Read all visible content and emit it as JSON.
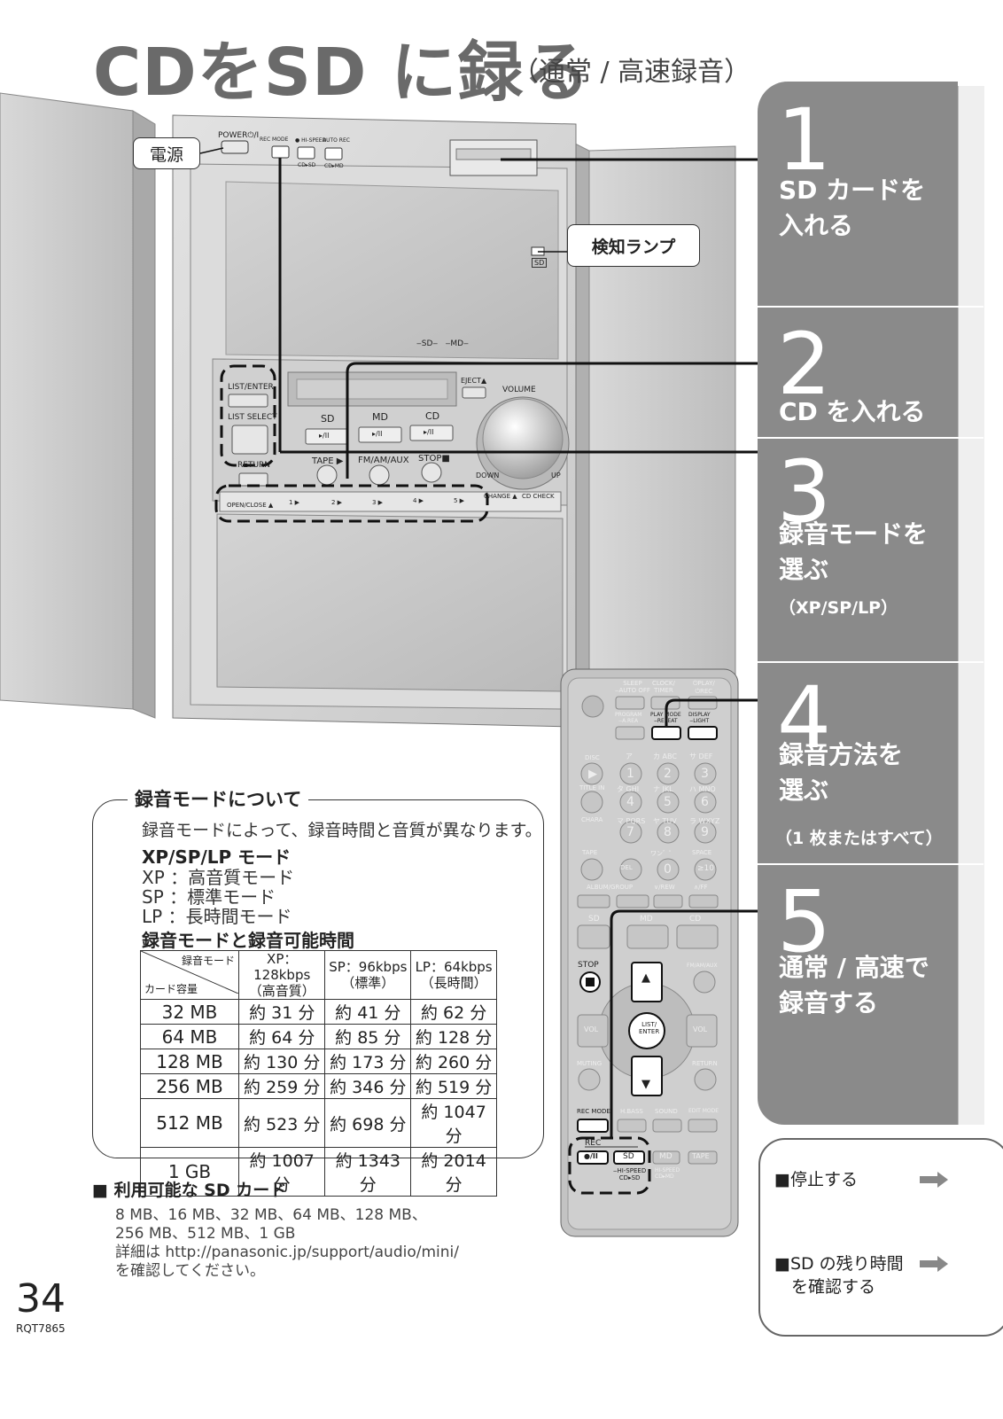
{
  "title": {
    "main": "CDをSD に録る",
    "sub": "（通常 / 高速録音）"
  },
  "callouts": {
    "power": "電源",
    "indicator": "検知ランプ"
  },
  "device_labels": {
    "power": "POWER⏻/I",
    "rec_mode": "REC MODE",
    "hi_speed": "● HI-SPEED",
    "auto_rec": "AUTO REC",
    "cd_sd": "CD▸SD",
    "cd_md": "CD▸MD",
    "sd_small": "SD",
    "sd_md_ind": "‒SD‒   ‒MD‒",
    "list_enter": "LIST/ENTER",
    "list_select": "LIST SELECT",
    "return": "RETURN",
    "eject": "EJECT▲",
    "volume": "VOLUME",
    "sd": "SD",
    "md": "MD",
    "cd": "CD",
    "play": "▸/II",
    "tape": "TAPE ▶",
    "fm": "FM/AM/AUX",
    "stop": "STOP■",
    "down": "DOWN",
    "up": "UP",
    "open_close": "OPEN/CLOSE ▲",
    "t1": "1 ▶",
    "t2": "2 ▶",
    "t3": "3 ▶",
    "t4": "4 ▶",
    "t5": "5 ▶",
    "change": "CHANGE ▲",
    "cd_check": "CD CHECK"
  },
  "remote_labels": {
    "sleep": "SLEEP\n‒AUTO OFF",
    "clock": "CLOCK/\nTIMER",
    "play_rec": "⏻PLAY/\n⏻REC",
    "program": "PROGRAM\n‒A.REA",
    "play_mode": "PLAY MODE\n‒REPEAT",
    "display": "DISPLAY\n‒LIGHT",
    "disc": "DISC",
    "a": "ア",
    "ka": "カ ABC",
    "sa": "サ DEF",
    "title_in": "TITLE IN",
    "ta": "タ GHI",
    "na": "ナ JKL",
    "ha": "ハ MNO",
    "chara": "CHARA",
    "ma": "マ PQRS",
    "ya": "ヤ TUV",
    "ra": "ラ WXYZ",
    "tape": "TAPE",
    "del": "DEL",
    "wa": "ワン゛゜",
    "space": "SPACE",
    "album": "ALBUM/GROUP",
    "rew": "∨/REW",
    "ff": "∧/FF",
    "sd": "SD",
    "md": "MD",
    "cd": "CD",
    "stop": "STOP",
    "fm": "FM/AM/AUX",
    "vol": "VOL",
    "list_enter": "LIST/\nENTER",
    "muting": "MUTING",
    "return": "RETURN",
    "rec_mode": "REC MODE",
    "bass": "H.BASS",
    "sound": "SOUND",
    "edit": "EDIT MODE",
    "rec": "REC",
    "rec_btn": "●/II",
    "sd_btn": "SD",
    "md_btn": "MD",
    "tape_btn": "TAPE",
    "hi_speed": "‒HI-SPEED\nCD▸SD",
    "hi_speed2": "HI-SPEED\nCD▸MD",
    "n1": "1",
    "n2": "2",
    "n3": "3",
    "n4": "4",
    "n5": "5",
    "n6": "6",
    "n7": "7",
    "n8": "8",
    "n9": "9",
    "n0": "0",
    "n10": "≥10"
  },
  "steps": [
    {
      "num": "1",
      "text": "SD カードを\n入れる",
      "note": ""
    },
    {
      "num": "2",
      "text": "CD を入れる",
      "note": ""
    },
    {
      "num": "3",
      "text": "録音モードを\n選ぶ",
      "note": "（XP/SP/LP）"
    },
    {
      "num": "4",
      "text": "録音方法を\n選ぶ",
      "note": "（1 枚またはすべて）"
    },
    {
      "num": "5",
      "text": "通常 / 高速で\n録音する",
      "note": ""
    }
  ],
  "info": {
    "heading": "録音モードについて",
    "intro": "録音モードによって、録音時間と音質が異なります。",
    "mode_heading": "XP/SP/LP モード",
    "modes": [
      "XP ：高音質モード",
      "SP ：標準モード",
      "LP ：長時間モード"
    ],
    "table_heading": "録音モードと録音可能時間",
    "table": {
      "corner_top": "録音モード",
      "corner_bottom": "カード容量",
      "headers": [
        "XP：128kbps\n（高音質）",
        "SP：96kbps\n（標準）",
        "LP：64kbps\n（長時間）"
      ],
      "rows": [
        [
          "32 MB",
          "約 31 分",
          "約 41 分",
          "約 62 分"
        ],
        [
          "64 MB",
          "約 64 分",
          "約 85 分",
          "約 128 分"
        ],
        [
          "128 MB",
          "約 130 分",
          "約 173 分",
          "約 260 分"
        ],
        [
          "256 MB",
          "約 259 分",
          "約 346 分",
          "約 519 分"
        ],
        [
          "512 MB",
          "約 523 分",
          "約 698 分",
          "約 1047 分"
        ],
        [
          "1 GB",
          "約 1007 分",
          "約 1343 分",
          "約 2014 分"
        ]
      ]
    }
  },
  "sd_cards": {
    "heading": "■ 利用可能な SD カード",
    "lines": [
      "8 MB、16 MB、32 MB、64 MB、128 MB、",
      "256 MB、512 MB、1 GB",
      "詳細は http://panasonic.jp/support/audio/mini/",
      "を確認してください。"
    ]
  },
  "nav": {
    "stop": "■停止する",
    "remaining": "■SD の残り時間\n　を確認する"
  },
  "page": {
    "number": "34",
    "code": "RQT7865"
  }
}
